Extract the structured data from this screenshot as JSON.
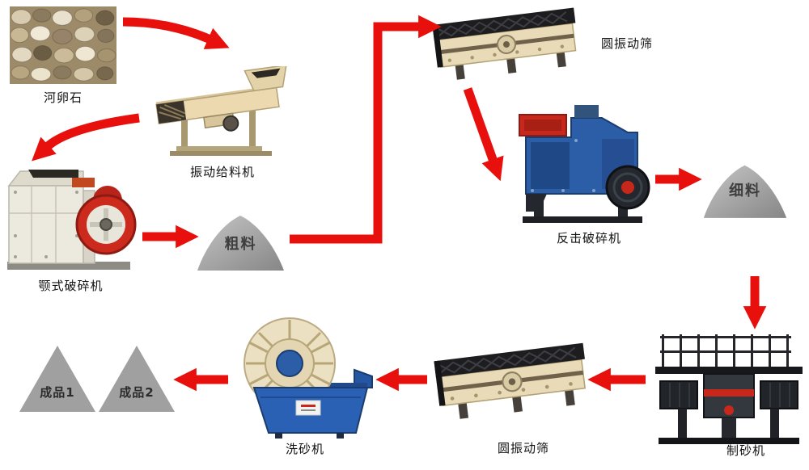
{
  "diagram_title": "River pebble sand production line flow diagram",
  "colors": {
    "accent": "#e8100c",
    "machine_cream": "#e9dbb8",
    "machine_blue": "#2c5ea8",
    "machine_red": "#c7281b",
    "pile_gray": "#a7a7a7"
  },
  "nodes": {
    "pebbles": {
      "label": "河卵石",
      "type": "raw-material-photo"
    },
    "feeder": {
      "label": "振动给料机",
      "type": "machine"
    },
    "jaw_crusher": {
      "label": "颚式破碎机",
      "type": "machine"
    },
    "coarse_pile": {
      "label": "粗料",
      "type": "material-pile"
    },
    "screen_top": {
      "label": "圆振动筛",
      "type": "machine"
    },
    "impact_crusher": {
      "label": "反击破碎机",
      "type": "machine"
    },
    "fine_pile": {
      "label": "细料",
      "type": "material-pile"
    },
    "sand_maker": {
      "label": "制砂机",
      "type": "machine"
    },
    "screen_bottom": {
      "label": "圆振动筛",
      "type": "machine"
    },
    "washer": {
      "label": "洗砂机",
      "type": "machine"
    },
    "product_2": {
      "label": "成品2",
      "type": "product"
    },
    "product_1": {
      "label": "成品1",
      "type": "product"
    }
  },
  "edges": [
    {
      "from": "河卵石",
      "to": "振动给料机"
    },
    {
      "from": "振动给料机",
      "to": "颚式破碎机"
    },
    {
      "from": "颚式破碎机",
      "to": "粗料"
    },
    {
      "from": "粗料",
      "to": "圆振动筛(上)"
    },
    {
      "from": "圆振动筛(上)",
      "to": "反击破碎机"
    },
    {
      "from": "反击破碎机",
      "to": "细料"
    },
    {
      "from": "细料",
      "to": "制砂机"
    },
    {
      "from": "制砂机",
      "to": "圆振动筛(下)"
    },
    {
      "from": "圆振动筛(下)",
      "to": "洗砂机"
    },
    {
      "from": "洗砂机",
      "to": "成品2 / 成品1"
    }
  ]
}
